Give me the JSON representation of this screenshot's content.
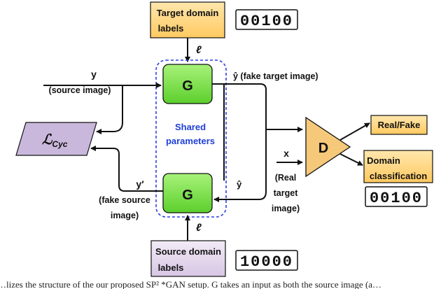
{
  "target_box": {
    "line1": "Target domain",
    "line2": "labels"
  },
  "target_code": "00100",
  "source_box": {
    "line1": "Source domain",
    "line2": "labels"
  },
  "source_code": "10000",
  "ell_top": "ℓ",
  "ell_bottom": "ℓ",
  "gen_top": "G",
  "gen_bottom": "G",
  "shared": {
    "line1": "Shared",
    "line2": "parameters"
  },
  "y_label": "y",
  "y_caption": "(source image)",
  "yhat_top": "ŷ (fake target image)",
  "yhat_bottom": "ŷ",
  "yprime": "y′",
  "yprime_caption": {
    "line1": "(fake source",
    "line2": "image)"
  },
  "x_label": "x",
  "real_caption": {
    "line1": "(Real",
    "line2": "target",
    "line3": "image)"
  },
  "disc": "D",
  "realfake": "Real/Fake",
  "domain_box": {
    "line1": "Domain",
    "line2": "classification"
  },
  "domain_code": "00100",
  "lcyc": {
    "main": "ℒ",
    "sub": "Cyc"
  },
  "caption_fragment": "…lizes the structure of the our proposed SP² *GAN setup. G takes an input as both the source image (a…",
  "colors": {
    "label_box": "#ffd98a",
    "source_box": "#e6d9ee",
    "generator": "#7ee04a",
    "discriminator": "#f6c97a",
    "cyc_box": "#c9b8dc",
    "shared_dash": "#2b3fe0"
  }
}
